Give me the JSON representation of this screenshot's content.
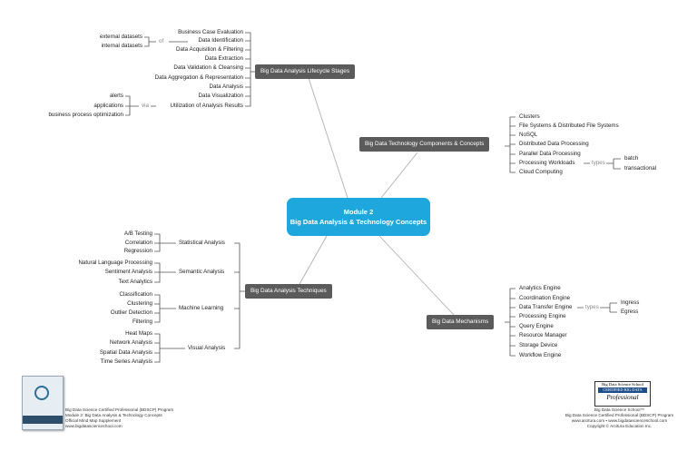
{
  "center": {
    "line1": "Module 2",
    "line2": "Big Data Analysis & Technology Concepts"
  },
  "branches": {
    "lifecycle": "Big Data Analysis Lifecycle Stages",
    "technology": "Big Data Technology Components & Concepts",
    "techniques": "Big Data Analysis Techniques",
    "mechanisms": "Big Data Mechanisms"
  },
  "lifecycle": {
    "items": [
      "Business Case Evaluation",
      "Data Identification",
      "Data Acquisition & Filtering",
      "Data Extraction",
      "Data Validation & Cleansing",
      "Data Aggregation & Representation",
      "Data Analysis",
      "Data Visualization",
      "Utilization of Analysis Results"
    ],
    "of_label": "of",
    "of_items": [
      "external datasets",
      "internal datasets"
    ],
    "via_label": "via",
    "via_items": [
      "alerts",
      "applications",
      "business process optimization"
    ]
  },
  "technology": {
    "items": [
      "Clusters",
      "File Systems & Distributed File Systems",
      "NoSQL",
      "Distributed Data Processing",
      "Parallel Data Processing",
      "Processing Workloads",
      "Cloud Computing"
    ],
    "types_label": "types",
    "types": [
      "batch",
      "transactional"
    ]
  },
  "techniques": {
    "groups": [
      {
        "label": "Statistical Analysis",
        "items": [
          "A/B Testing",
          "Correlation",
          "Regression"
        ]
      },
      {
        "label": "Semantic Analysis",
        "items": [
          "Natural Language Processing",
          "Sentiment Analysis",
          "Text Analytics"
        ]
      },
      {
        "label": "Machine Learning",
        "items": [
          "Classification",
          "Clustering",
          "Outlier Detection",
          "Filtering"
        ]
      },
      {
        "label": "Visual Analysis",
        "items": [
          "Heat Maps",
          "Network Analysis",
          "Spatial Data Analysis",
          "Time Series Analysis"
        ]
      }
    ]
  },
  "mechanisms": {
    "items": [
      "Analytics Engine",
      "Coordination Engine",
      "Data Transfer Engine",
      "Processing Engine",
      "Query Engine",
      "Resource Manager",
      "Storage Device",
      "Workflow Engine"
    ],
    "types_label": "types",
    "types": [
      "Ingress",
      "Egress"
    ]
  },
  "footer_left": {
    "lines": [
      "Big Data Science Certified Professional (BDSCP) Program",
      "Module 2: Big Data Analysis & Technology Concepts",
      "Official Mind Map Supplement",
      "www.bigdatasciencechool.com"
    ]
  },
  "footer_right": {
    "badge_top": "Big Data Science School",
    "badge_mid": "CERTIFIED BIG DATA",
    "badge_bottom": "Professional",
    "lines": [
      "Big Data Science School™",
      "Big Data Science Certified Professional (BDSCP) Program",
      "www.arcitura.com  •  www.bigdatascienceschool.com",
      "Copyright © Arcitura Education Inc."
    ]
  },
  "colors": {
    "center": "#1ea7dc",
    "branch": "#5b5b5b",
    "line": "#555555"
  }
}
